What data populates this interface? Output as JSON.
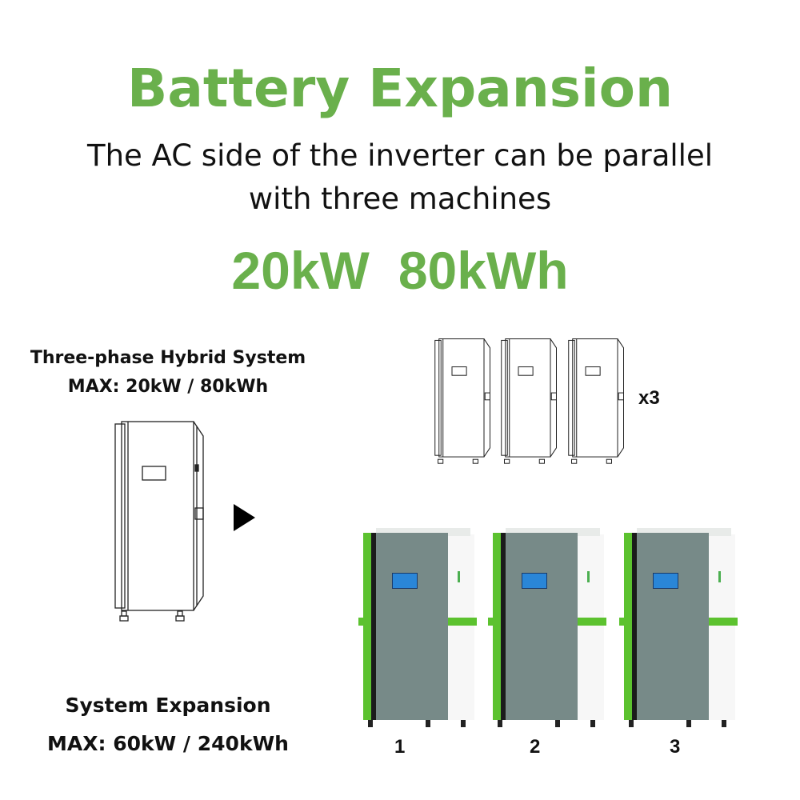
{
  "header": {
    "title": "Battery Expansion",
    "subtitle_line1": "The AC side of the inverter can be parallel",
    "subtitle_line2": "with three machines",
    "spec_power": "20kW",
    "spec_energy": "80kWh"
  },
  "single_system": {
    "label_line1": "Three-phase Hybrid System",
    "label_line2": "MAX: 20kW / 80kWh",
    "icon": "inverter-cabinet-lineart"
  },
  "parallel": {
    "multiplier": "x3",
    "arrow_icon": "right-triangle-arrow",
    "units": [
      {
        "number": "1"
      },
      {
        "number": "2"
      },
      {
        "number": "3"
      }
    ]
  },
  "expansion": {
    "label_line1": "System Expansion",
    "label_line2": "MAX: 60kW / 240kWh"
  },
  "colors": {
    "accent_green": "#6ab04c",
    "cabinet_green": "#5cc22f",
    "cabinet_gray": "#778a88",
    "text": "#111111"
  }
}
